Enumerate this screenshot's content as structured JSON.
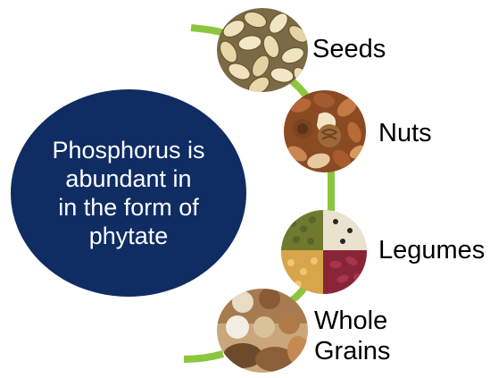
{
  "main": {
    "text": "Phosphorus is\nabundant in\nin the form of\nphytate",
    "color": "#0f2c63"
  },
  "connector_color": "#8cc63f",
  "items": [
    {
      "label": "Seeds",
      "image": "pumpkin-seeds"
    },
    {
      "label": "Nuts",
      "image": "mixed-nuts"
    },
    {
      "label": "Legumes",
      "image": "mixed-beans"
    },
    {
      "label": "Whole\nGrains",
      "image": "whole-grains"
    }
  ]
}
